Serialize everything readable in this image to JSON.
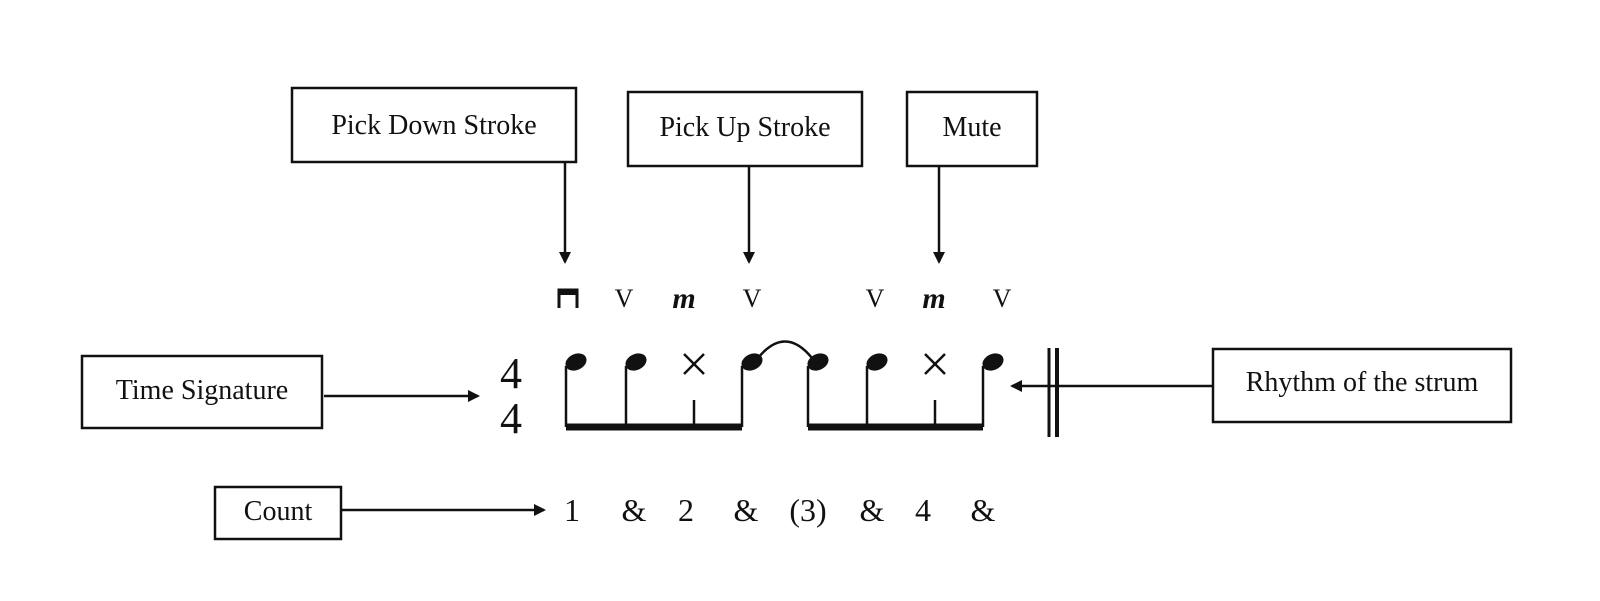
{
  "labels": {
    "pick_down": "Pick Down Stroke",
    "pick_up": "Pick Up Stroke",
    "mute": "Mute",
    "time_signature": "Time Signature",
    "rhythm": "Rhythm of the strum",
    "count": "Count"
  },
  "time_signature": {
    "top": "4",
    "bottom": "4"
  },
  "stroke_marks": [
    {
      "type": "down",
      "icon": "pick-down-stroke-icon"
    },
    {
      "type": "up",
      "text": "V"
    },
    {
      "type": "mute",
      "text": "m"
    },
    {
      "type": "up",
      "text": "V"
    },
    {
      "type": "up",
      "text": "V"
    },
    {
      "type": "mute",
      "text": "m"
    },
    {
      "type": "up",
      "text": "V"
    }
  ],
  "count": [
    "1",
    "&",
    "2",
    "&",
    "(3)",
    "&",
    "4",
    "&"
  ]
}
